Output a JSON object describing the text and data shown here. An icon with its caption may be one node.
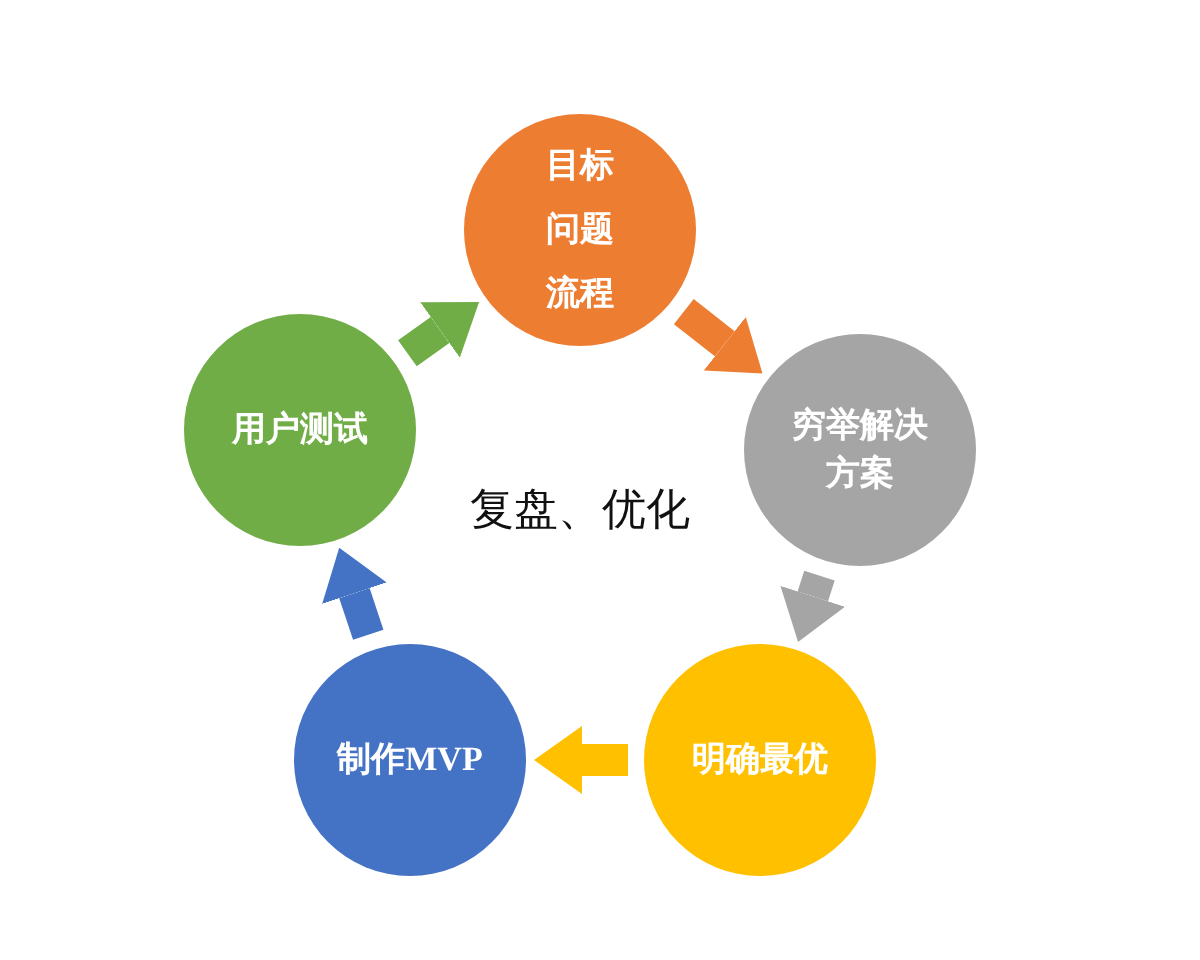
{
  "diagram": {
    "nodes": [
      {
        "text": [
          "目标",
          "问题",
          "流程"
        ]
      },
      {
        "text": [
          "穷举解决方案"
        ]
      },
      {
        "text": [
          "明确最优"
        ]
      },
      {
        "text": [
          "制作MVP"
        ]
      },
      {
        "text": [
          "用户测试"
        ]
      }
    ],
    "edges": [
      {
        "from": 0,
        "to": 1,
        "arrow": "to",
        "color": "#ed7d31"
      },
      {
        "from": 1,
        "to": 2,
        "arrow": "to",
        "color": "#a5a5a5"
      },
      {
        "from": 2,
        "to": 3,
        "arrow": "to",
        "color": "#ffc000"
      },
      {
        "from": 3,
        "to": 4,
        "arrow": "to",
        "color": "#4472c4"
      },
      {
        "from": 4,
        "to": 0,
        "arrow": "to",
        "color": "#70ad47"
      }
    ],
    "labels": [
      "复盘、优化"
    ]
  }
}
